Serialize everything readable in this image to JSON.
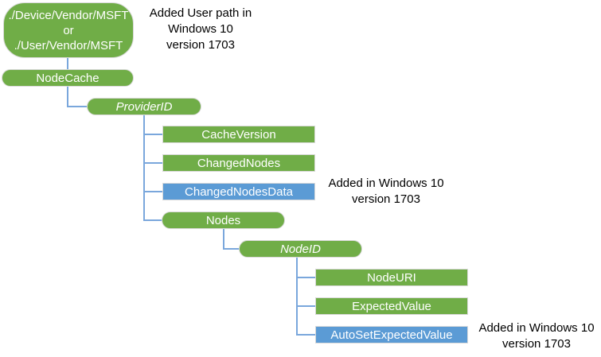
{
  "diagram": {
    "colors": {
      "node_green": "#70AD47",
      "node_blue": "#5B9BD5",
      "connector_blue": "#7AA7DC",
      "node_border": "#D9D9D9",
      "node_text": "#FFFFFF",
      "annotation_text": "#000000"
    },
    "nodes": {
      "root": {
        "label": "./Device/Vendor/MSFT\nor\n./User/Vendor/MSFT"
      },
      "node_cache": {
        "label": "NodeCache"
      },
      "provider_id": {
        "label": "ProviderID"
      },
      "cache_version": {
        "label": "CacheVersion"
      },
      "changed_nodes": {
        "label": "ChangedNodes"
      },
      "changed_nodes_data": {
        "label": "ChangedNodesData"
      },
      "nodes": {
        "label": "Nodes"
      },
      "node_id": {
        "label": "NodeID"
      },
      "node_uri": {
        "label": "NodeURI"
      },
      "expected_value": {
        "label": "ExpectedValue"
      },
      "auto_set_expected_value": {
        "label": "AutoSetExpectedValue"
      }
    },
    "annotations": {
      "user_path": {
        "text": "Added User path in\nWindows 10\nversion 1703"
      },
      "changed_nodes_data": {
        "text": "Added in Windows 10\nversion 1703"
      },
      "auto_set_expected_value": {
        "text": "Added in Windows 10\nversion 1703"
      }
    }
  }
}
